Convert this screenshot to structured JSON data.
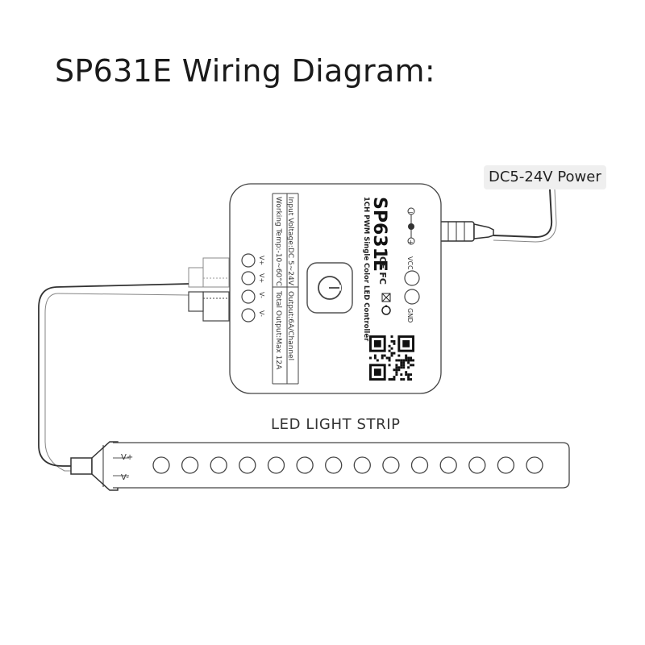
{
  "title": "SP631E Wiring Diagram:",
  "power_label": "DC5-24V Power",
  "strip_label": "LED LIGHT STRIP",
  "controller": {
    "model": "SP631E",
    "subtitle": "1CH PWM Single Color LED Controller",
    "spec_input_voltage": "Input Voltage:DC 5~24V",
    "spec_working_temp": "Working Temp:-10~60°C",
    "spec_output": "Output:6A/Channel",
    "spec_total_output": "Total Output:Max 12A",
    "port_labels": [
      "V+",
      "V+",
      "V-",
      "V-"
    ],
    "vcc_label": "VCC",
    "gnd_label": "GND",
    "polarity_minus": "−",
    "polarity_plus": "+",
    "cert_marks": "CE FC"
  },
  "strip": {
    "vplus_label": "V+",
    "vminus_label": "V-",
    "led_count": 14
  },
  "colors": {
    "line": "#333333",
    "outline": "#444444",
    "label_bg": "#efefef"
  }
}
